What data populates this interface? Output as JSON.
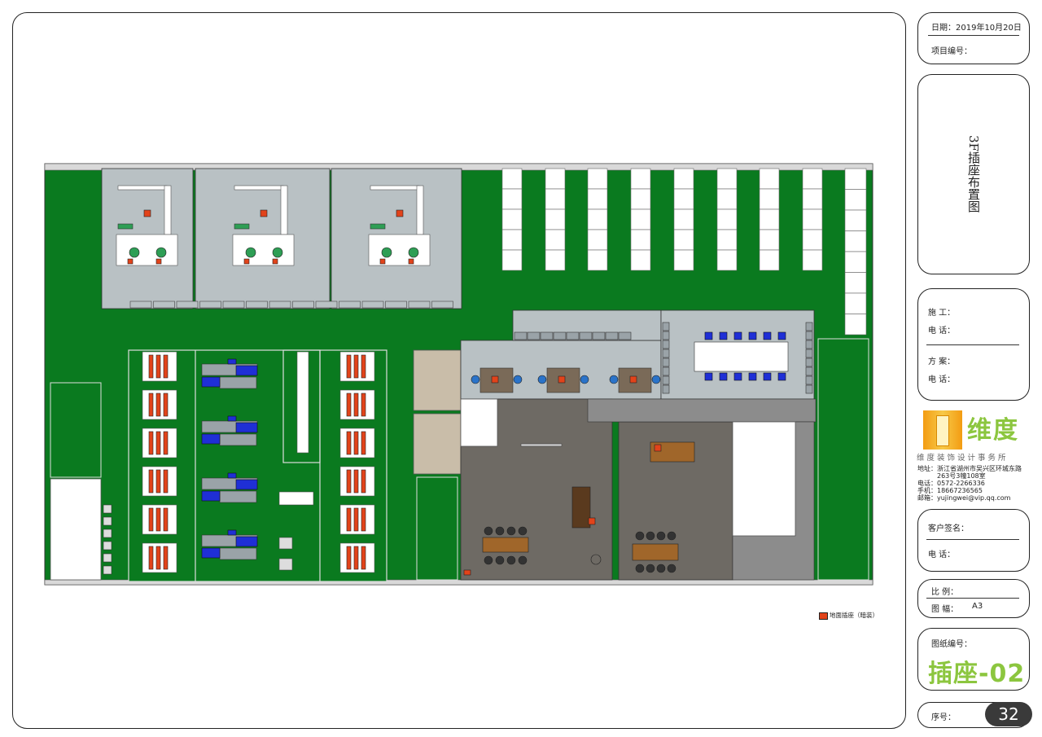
{
  "title_block": {
    "date_label": "日期：2019年10月20日",
    "project_no_label": "项目编号：",
    "drawing_title": "3F插座布置图",
    "construction_label": "施  工：",
    "construction_phone_label": "电  话：",
    "design_label": "方  案：",
    "design_phone_label": "电  话：",
    "company_name": "维度",
    "company_slogan": "维度装饰设计事务所",
    "address_line1": "地址：浙江省湖州市吴兴区环城东路",
    "address_line2": "263号3幢108室",
    "phone_line": "电话：0572-2266336",
    "mobile_line": "手机：18667236565",
    "email_line": "邮箱：yujingwei@vip.qq.com",
    "client_sign_label": "客户签名：",
    "client_phone_label": "电  话：",
    "scale_label": "比  例：",
    "sheet_size_label": "图  幅：",
    "sheet_size_value": "A3",
    "drawing_no_label": "图纸编号：",
    "drawing_no_value": "插座-02",
    "serial_label": "序号：",
    "serial_value": "32"
  },
  "legend": {
    "floor_socket_label": "地面插座（暗装）"
  },
  "colors": {
    "floor_green": "#0a7a1f",
    "room_gray": "#b9c1c4",
    "wood_floor": "#6e6a64",
    "corridor_gray": "#8c8c8c",
    "socket_red": "#e2431a",
    "chair_blue": "#1f2fd6",
    "logo_green": "#8cc63f"
  }
}
